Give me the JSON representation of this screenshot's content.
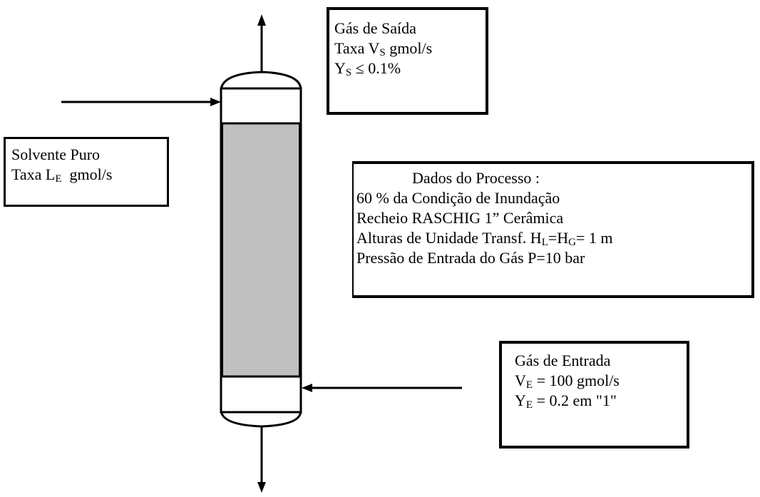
{
  "outlet_gas": {
    "line1": "Gás de Saída",
    "line2_pre": "Taxa V",
    "line2_sub": "S",
    "line2_post": " gmol/s",
    "line3_pre": "Y",
    "line3_sub": "S",
    "line3_post": " ≤ 0.1%"
  },
  "solvent": {
    "line1": "Solvente Puro",
    "line2_pre": "Taxa L",
    "line2_sub": "E",
    "line2_post": "  gmol/s"
  },
  "process": {
    "title": "Dados do Processo :",
    "line1": "60 % da Condição de Inundação",
    "line2": "Recheio RASCHIG 1” Cerâmica",
    "line3_pre": "Alturas de Unidade Transf. H",
    "line3_sub1": "L",
    "line3_mid": "=H",
    "line3_sub2": "G",
    "line3_post": "= 1 m",
    "line4": "Pressão de Entrada do Gás P=10 bar"
  },
  "inlet_gas": {
    "line1": "Gás de Entrada",
    "line2_pre": "V",
    "line2_sub": "E",
    "line2_post": " = 100 gmol/s",
    "line3_pre": "Y",
    "line3_sub": "E",
    "line3_post": " = 0.2 em \"1\""
  },
  "colors": {
    "packing": "#c0c0c0",
    "stroke": "#000000",
    "background": "#ffffff"
  }
}
